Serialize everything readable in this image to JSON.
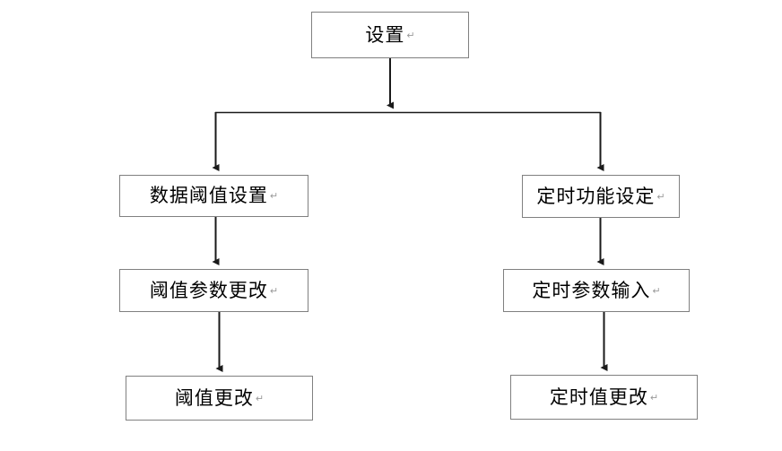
{
  "diagram": {
    "type": "flowchart",
    "orientation": "top-down",
    "background_color": "#ffffff",
    "box_border_color": "#808080",
    "connector_color": "#1a1a1a",
    "text_color": "#000000",
    "paragraph_mark": "↵",
    "nodes": [
      {
        "id": "root",
        "label": "设置",
        "mark": "↵",
        "level": 0
      },
      {
        "id": "threshold-settings",
        "label": "数据阈值设置",
        "mark": "↵",
        "level": 1,
        "branch": "left"
      },
      {
        "id": "timer-settings",
        "label": "定时功能设定",
        "mark": "↵",
        "level": 1,
        "branch": "right"
      },
      {
        "id": "threshold-params",
        "label": "阈值参数更改",
        "mark": "↵",
        "level": 2,
        "branch": "left"
      },
      {
        "id": "timer-params",
        "label": "定时参数输入",
        "mark": "↵",
        "level": 2,
        "branch": "right"
      },
      {
        "id": "threshold-change",
        "label": "阈值更改",
        "mark": "↵",
        "level": 3,
        "branch": "left"
      },
      {
        "id": "timer-change",
        "label": "定时值更改",
        "mark": "↵",
        "level": 3,
        "branch": "right"
      }
    ],
    "edges": [
      {
        "id": "root-to-split",
        "from": "root",
        "to": "split-bus",
        "arrow": true
      },
      {
        "id": "split-to-threshold-settings",
        "from": "split-bus",
        "to": "threshold-settings",
        "arrow": true
      },
      {
        "id": "split-to-timer-settings",
        "from": "split-bus",
        "to": "timer-settings",
        "arrow": true
      },
      {
        "id": "threshold-settings-to-params",
        "from": "threshold-settings",
        "to": "threshold-params",
        "arrow": true
      },
      {
        "id": "timer-settings-to-params",
        "from": "timer-settings",
        "to": "timer-params",
        "arrow": true
      },
      {
        "id": "threshold-params-to-change",
        "from": "threshold-params",
        "to": "threshold-change",
        "arrow": true
      },
      {
        "id": "timer-params-to-change",
        "from": "timer-params",
        "to": "timer-change",
        "arrow": true
      }
    ]
  }
}
